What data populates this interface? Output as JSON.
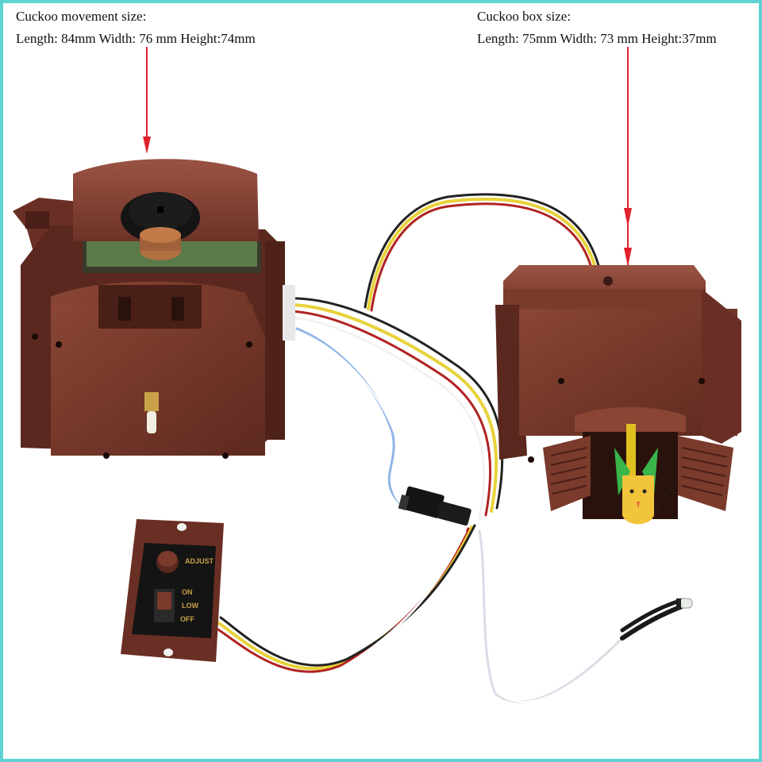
{
  "movement": {
    "title": "Cuckoo movement size:",
    "dimensions": "Length: 84mm  Width: 76 mm Height:74mm"
  },
  "box": {
    "title": "Cuckoo box size:",
    "dimensions": "Length: 75mm  Width: 73 mm Height:37mm"
  },
  "control_panel": {
    "adjust_label": "ADJUST",
    "on_label": "ON",
    "low_label": "LOW",
    "off_label": "OFF"
  },
  "colors": {
    "border": "#5fd3d3",
    "arrow": "#e0222a",
    "housing": "#7a3a2c",
    "panel_text": "#c8a24a"
  }
}
